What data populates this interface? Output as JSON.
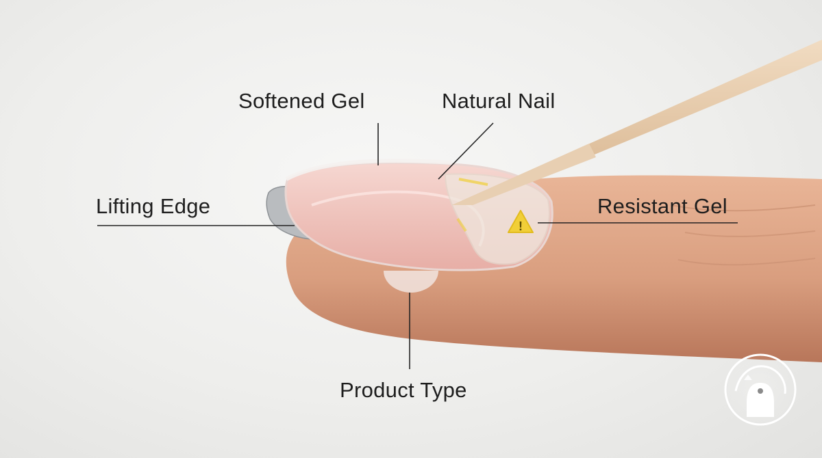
{
  "labels": {
    "softened_gel": "Softened Gel",
    "natural_nail": "Natural Nail",
    "lifting_edge": "Lifting Edge",
    "resistant_gel": "Resistant Gel",
    "product_type": "Product Type"
  },
  "warning_symbol": "!",
  "icons": {
    "warning": "warning-triangle-icon",
    "logo": "nail-drop-logo-icon"
  },
  "colors": {
    "skin": "#d99e7f",
    "skin_shadow": "#b8765a",
    "nail_pink": "#f0c4bd",
    "stick": "#e6c9a8",
    "warning": "#f1cf38",
    "leader_line": "#222222"
  }
}
